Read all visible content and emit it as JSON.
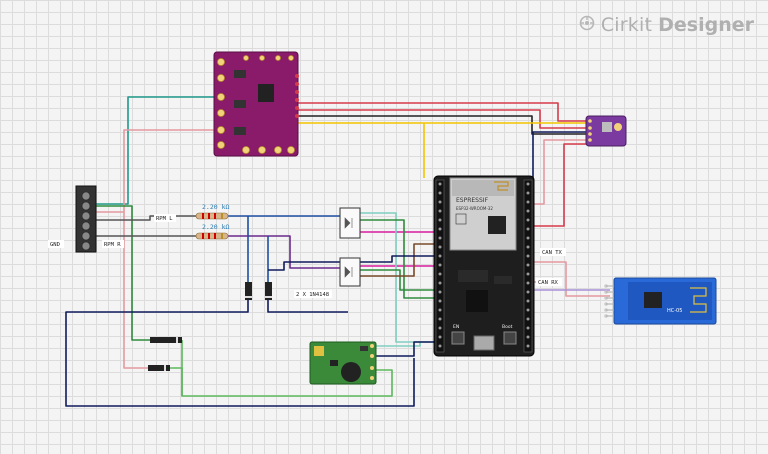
{
  "brand": {
    "name_part1": "Cirkit",
    "name_part2": "Designer",
    "logo_icon": "cirkit-logo-icon"
  },
  "labels": {
    "gnd": "GND",
    "rpm_l": "RPM L",
    "rpm_r": "RPM R",
    "res1": "2.20 kΩ",
    "res2": "2.20 kΩ",
    "diodes": "2 X 1N4148",
    "can_tx": "CAN TX",
    "can_rx": "CAN RX"
  },
  "components": {
    "esp32_brand": "ESPRESSIF",
    "esp32_model": "ESP32-WROOM-32",
    "esp32_button_left": "EN",
    "esp32_button_right": "Boot",
    "hc05_label": "HC-05"
  },
  "wire_colors": {
    "red": "#d63a4a",
    "black": "#222222",
    "yellow": "#f2c500",
    "blue": "#1e4fa0",
    "navy": "#0f1b5c",
    "teal": "#1f9a8a",
    "pink": "#e39aa0",
    "magenta": "#d81b9c",
    "purple": "#6a2a8c",
    "green": "#2e8b3c",
    "brown": "#7a4a2a",
    "seafoam": "#7ecfc0",
    "lavender": "#a88ed8"
  }
}
